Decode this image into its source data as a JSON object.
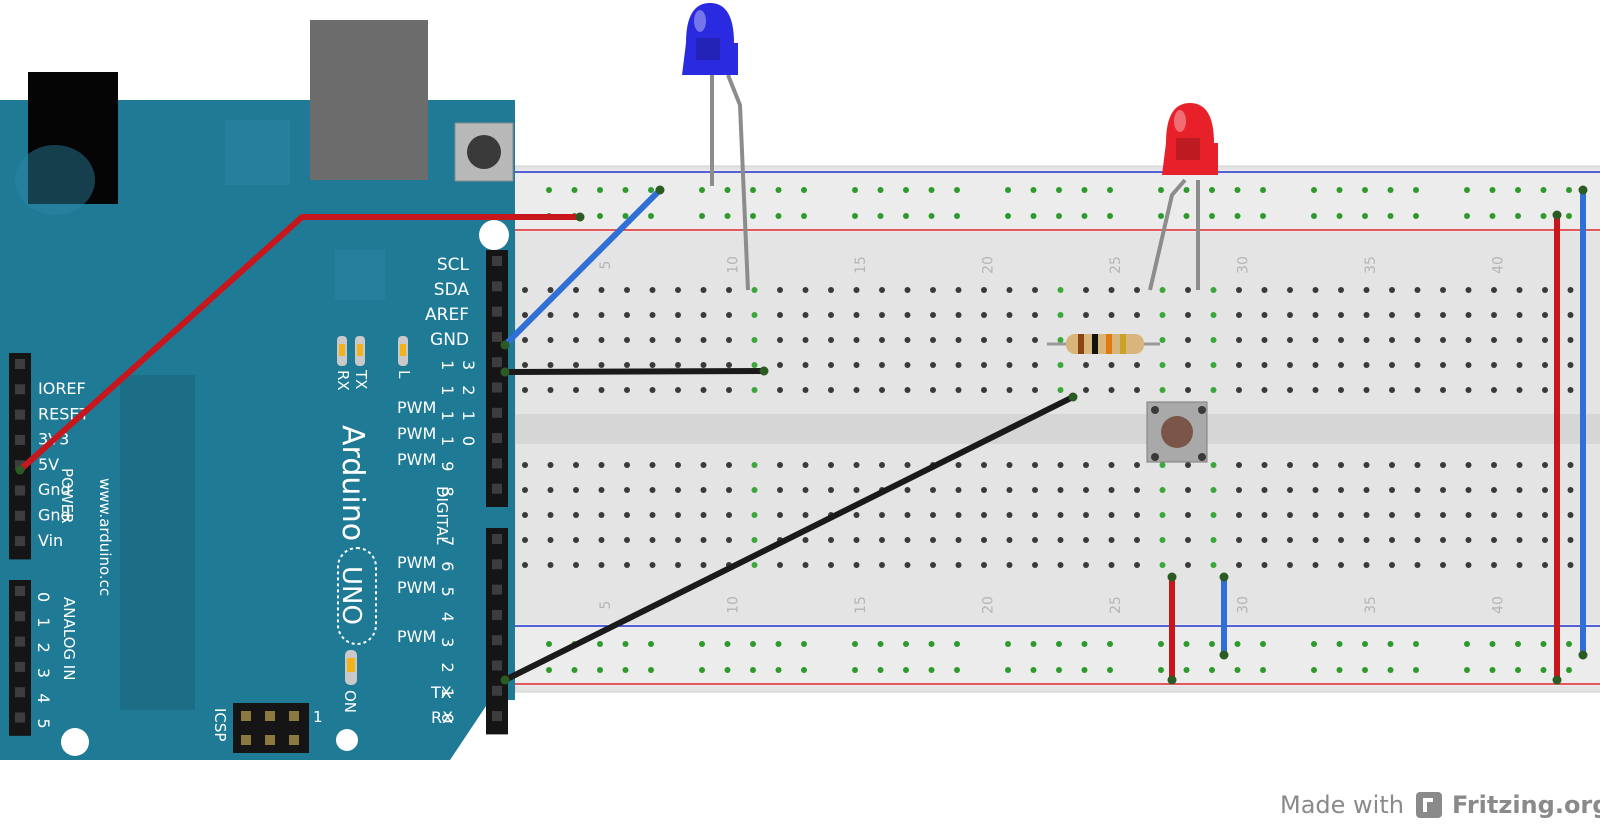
{
  "arduino": {
    "brand": "Arduino",
    "model": "UNO",
    "url": "www.arduino.cc",
    "right_header_labels": [
      "SCL",
      "SDA",
      "AREF",
      "GND"
    ],
    "digital_pin_numbers": [
      "1\n3",
      "1\n2",
      "1\n1",
      "1\n0",
      "9",
      "8",
      "7",
      "6",
      "5",
      "4",
      "3",
      "2",
      "1",
      "0"
    ],
    "pwm_label": "PWM",
    "digital_label": "DIGITAL",
    "tx_label": "TX",
    "rx_label": "RX",
    "led_labels": [
      "RX",
      "TX",
      "L"
    ],
    "on_label": "ON",
    "icsp_label": "ICSP",
    "icsp_pin1": "1",
    "power_header_labels": [
      "IOREF",
      "RESET",
      "3V3",
      "5V",
      "Gnd",
      "Gnd",
      "Vin"
    ],
    "power_label": "POWER",
    "analog_label": "ANALOG IN",
    "analog_pins": [
      "0",
      "1",
      "2",
      "3",
      "4",
      "5"
    ]
  },
  "breadboard": {
    "column_numbers": [
      "5",
      "10",
      "15",
      "20",
      "25",
      "30",
      "35",
      "40"
    ]
  },
  "components": {
    "leds": [
      {
        "name": "blue-led",
        "color": "#2a2ae0"
      },
      {
        "name": "red-led",
        "color": "#e8202a"
      }
    ],
    "resistor": {
      "bands": [
        "#8b4513",
        "#111111",
        "#e07a10",
        "#c9a227"
      ]
    },
    "pushbutton": {
      "cap_color": "#7a5548"
    }
  },
  "wires": {
    "colors": {
      "power": "#c8171c",
      "ground_blue": "#2f6fd6",
      "signal": "#1a1a1a"
    }
  },
  "colors": {
    "board": "#1f7a96",
    "breadboard": "#e4e4e4",
    "rail_red": "#e0272a",
    "rail_blue": "#2233cc"
  },
  "credit": {
    "made_with": "Made with",
    "org": "Fritzing.org"
  }
}
